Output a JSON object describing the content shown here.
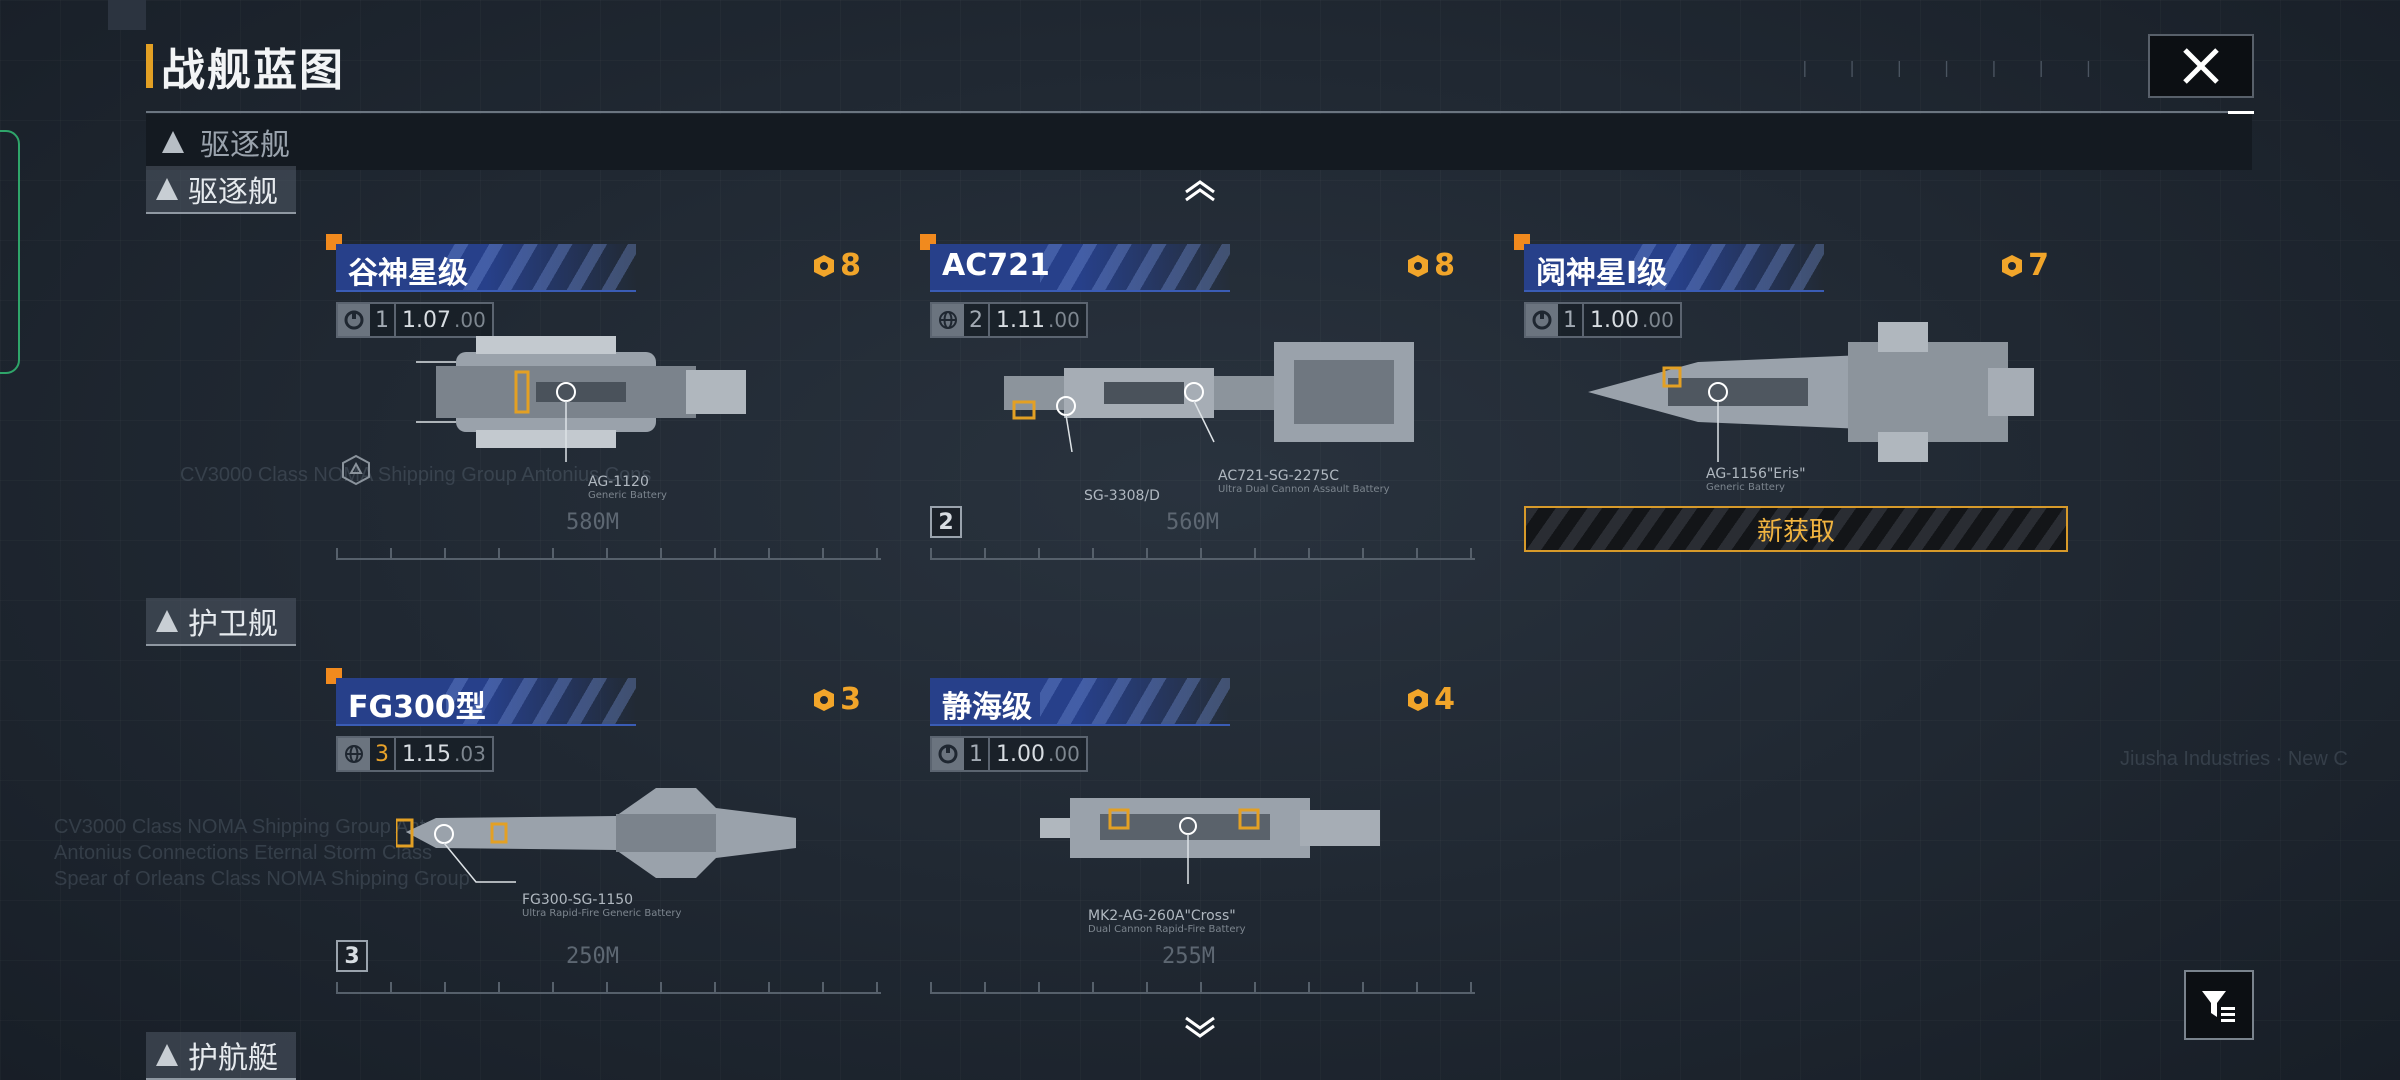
{
  "header": {
    "title": "战舰蓝图"
  },
  "sticky_category": {
    "label": "驱逐舰"
  },
  "categories": {
    "destroyer": "驱逐舰",
    "frigate": "护卫舰",
    "escort": "护航艇"
  },
  "background_text": {
    "line1": "CV3000 Class NOMA Shipping Group Antonius Cons",
    "line2": "Antonius Connections Eternal Storm Class",
    "line3": "Spear of Orleans Class NOMA Shipping Group",
    "line4": "Jiusha Industries · New C"
  },
  "ships": [
    {
      "name": "谷神星级",
      "cost": "8",
      "tier": "1",
      "stat": "1.07",
      "stat_small": ".00",
      "weapon": "AG-1120",
      "weapon_sub": "Generic Battery",
      "length": "580M",
      "new_label": ""
    },
    {
      "name": "AC721",
      "cost": "8",
      "tier": "2",
      "stat": "1.11",
      "stat_small": ".00",
      "weapon": "AC721-SG-2275C",
      "weapon_sub": "Ultra Dual Cannon Assault Battery",
      "weapon2": "SG-3308/D",
      "length": "560M",
      "level": "2"
    },
    {
      "name": "阋神星Ⅰ级",
      "cost": "7",
      "tier": "1",
      "stat": "1.00",
      "stat_small": ".00",
      "weapon": "AG-1156\"Eris\"",
      "weapon_sub": "Generic Battery",
      "new_label": "新获取"
    },
    {
      "name": "FG300型",
      "cost": "3",
      "tier": "3",
      "stat": "1.15",
      "stat_small": ".03",
      "weapon": "FG300-SG-1150",
      "weapon_sub": "Ultra Rapid-Fire Generic Battery",
      "length": "250M",
      "level": "3"
    },
    {
      "name": "静海级",
      "cost": "4",
      "tier": "1",
      "stat": "1.00",
      "stat_small": ".00",
      "weapon": "MK2-AG-260A\"Cross\"",
      "weapon_sub": "Dual Cannon Rapid-Fire Battery",
      "length": "255M"
    }
  ],
  "icons": {
    "close": "close-icon",
    "filter": "filter-icon",
    "cost": "blueprint-coin-icon",
    "chevron_up": "chevron-up-icon",
    "chevron_down": "chevron-down-icon"
  },
  "colors": {
    "accent": "#e3a024",
    "name_bar": "#27408a",
    "cost": "#f1a52a",
    "new_border": "#d79a2a"
  }
}
